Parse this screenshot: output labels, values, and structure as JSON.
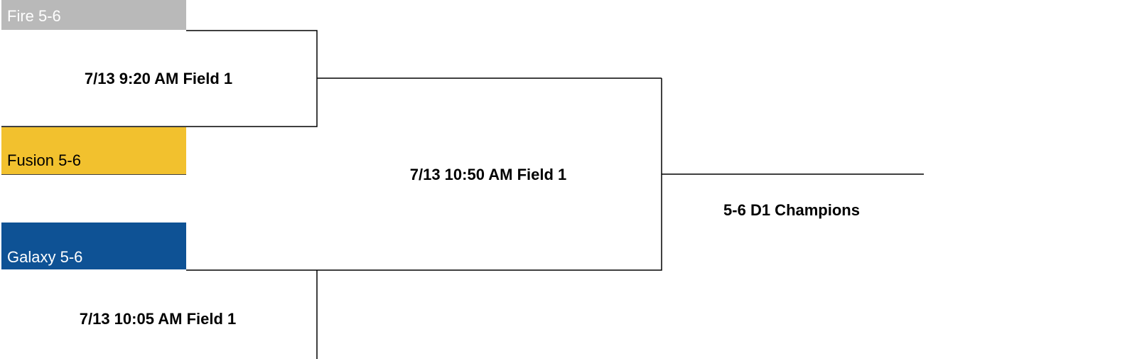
{
  "bracket": {
    "teams": [
      {
        "label": "Fire 5-6",
        "color": "#b9b9b9"
      },
      {
        "label": "Fusion 5-6",
        "color": "#f2c12e"
      },
      {
        "label": "Galaxy 5-6",
        "color": "#0e5295"
      }
    ],
    "games": {
      "game_1": "7/13 9:20 AM Field 1",
      "game_2": "7/13 10:50 AM Field 1",
      "game_3": "7/13 10:05 AM Field 1"
    },
    "champions_label": "5-6 D1 Champions",
    "line_color": "#000000"
  }
}
